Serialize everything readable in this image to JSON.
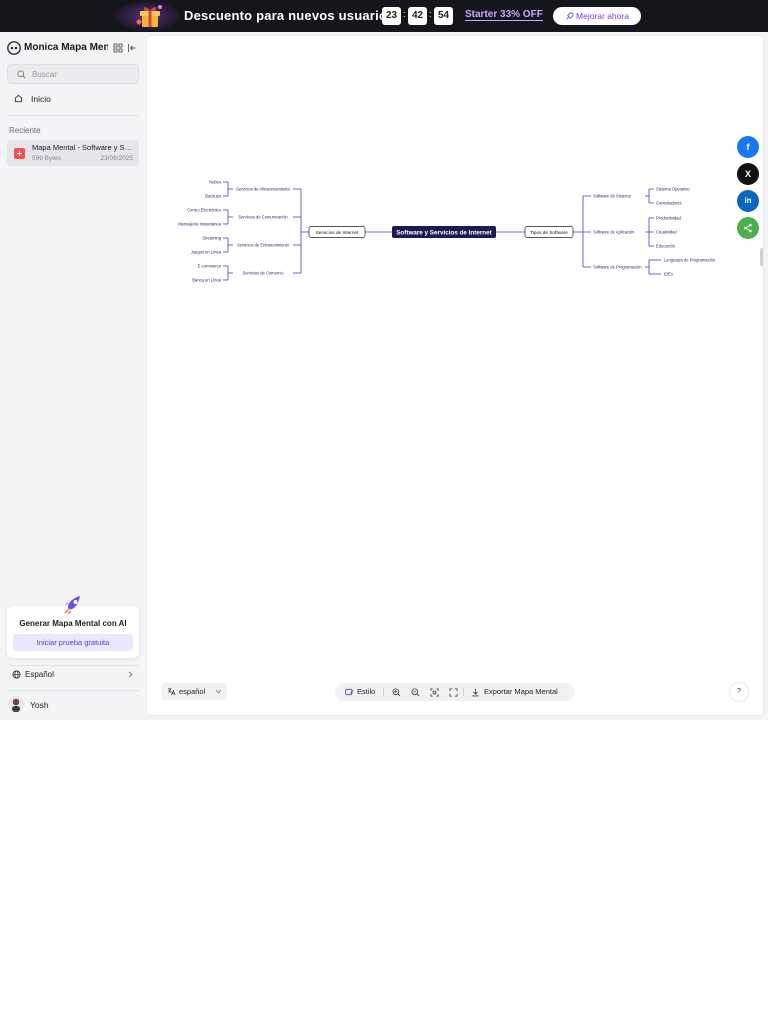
{
  "promo": {
    "title": "Descuento para nuevos usuarios",
    "timer": {
      "hours": "23",
      "minutes": "42",
      "seconds": "54",
      "separator": ":"
    },
    "offer": "Starter 33% OFF",
    "cta": "Mejorar ahora"
  },
  "sidebar": {
    "brand": "Monica Mapa Mental",
    "search_placeholder": "Buscar",
    "home": "Inicio",
    "recent_label": "Reciente",
    "recent_item": {
      "title": "Mapa Mental - Software y Servicios de Internet",
      "size": "599 Bytes",
      "date": "23/06/2025"
    },
    "ai_card": {
      "title": "Generar Mapa Mental con AI",
      "button": "Iniciar prueba gratuita"
    },
    "language": "Español",
    "user": "Yosh"
  },
  "canvas": {
    "share": {
      "facebook": "f",
      "x": "X",
      "linkedin": "in"
    },
    "language_select": "español",
    "toolbar": {
      "style": "Estilo",
      "export": "Exportar Mapa Mental"
    },
    "help": "?"
  },
  "mindmap": {
    "root": "Software y Servicios de Internet",
    "branches": [
      {
        "label": "Servicios de Internet",
        "children": [
          {
            "label": "Servicios de Almacenamiento",
            "children": [
              "Nubes",
              "Backups"
            ]
          },
          {
            "label": "Servicios de Comunicación",
            "children": [
              "Correo Electrónico",
              "Mensajería Instantánea"
            ]
          },
          {
            "label": "Servicios de Entretenimiento",
            "children": [
              "Streaming",
              "Juegos en Línea"
            ]
          },
          {
            "label": "Servicios de Comercio",
            "children": [
              "E-commerce",
              "Banca en Línea"
            ]
          }
        ]
      },
      {
        "label": "Tipos de Software",
        "children": [
          {
            "label": "Software de Sistema",
            "children": [
              "Sistema Operativo",
              "Controladores"
            ]
          },
          {
            "label": "Software de Aplicación",
            "children": [
              "Productividad",
              "Creatividad",
              "Educación"
            ]
          },
          {
            "label": "Software de Programación",
            "children": [
              "Lenguajes de Programación",
              "IDEs"
            ]
          }
        ]
      }
    ]
  },
  "colors": {
    "promo_bg": "#15151c",
    "accent_purple": "#7a3cf0",
    "root_node": "#1e1a4f",
    "connector": "#4a3fc9",
    "facebook": "#1877f2",
    "x": "#111111",
    "linkedin": "#0a66c2",
    "share": "#4caf50"
  }
}
